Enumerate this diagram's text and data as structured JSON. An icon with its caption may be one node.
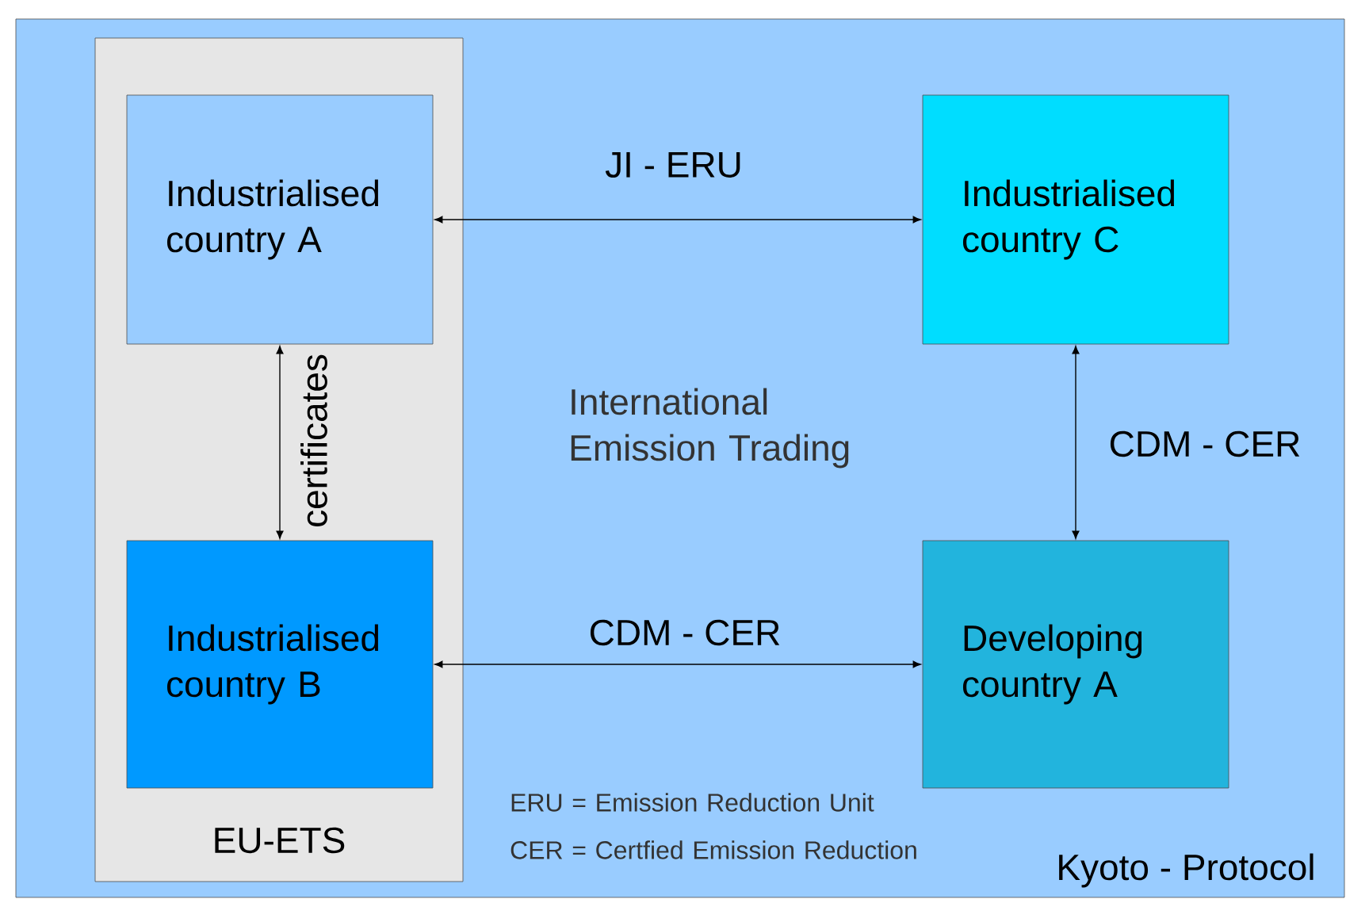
{
  "diagram": {
    "nodes": [
      {
        "text": [
          "Kyoto - Protocol"
        ]
      },
      {
        "text": [
          "EU-ETS"
        ],
        "in": 0
      },
      {
        "text": [
          "Industrialised country A"
        ],
        "in": 1
      },
      {
        "text": [
          "Industrialised country C"
        ],
        "in": 0
      },
      {
        "text": [
          "Industrialised country B"
        ],
        "in": 1
      },
      {
        "text": [
          "Developing country A"
        ],
        "in": 0
      }
    ],
    "edges": [
      {
        "from": 2,
        "to": 3,
        "arrow": "both",
        "label": "JI - ERU"
      },
      {
        "from": 2,
        "to": 4,
        "arrow": "both",
        "label": "certificates"
      },
      {
        "from": 3,
        "to": 5,
        "arrow": "both",
        "label": "CDM - CER"
      },
      {
        "from": 4,
        "to": 5,
        "arrow": "both",
        "label": "CDM - CER"
      }
    ],
    "labels": [
      "International Emission Trading",
      "ERU = Emission Reduction Unit",
      "CER = Certfied Emission Reduction"
    ]
  }
}
